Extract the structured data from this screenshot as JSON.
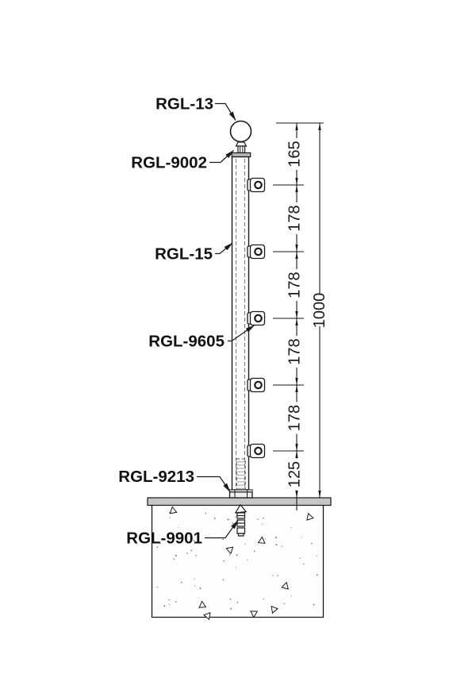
{
  "labels": {
    "rgl13": "RGL-13",
    "rgl9002": "RGL-9002",
    "rgl15": "RGL-15",
    "rgl9605": "RGL-9605",
    "rgl9213": "RGL-9213",
    "rgl9901": "RGL-9901"
  },
  "dimensions": {
    "seg165": "165",
    "seg178a": "178",
    "seg178b": "178",
    "seg178c": "178",
    "seg178d": "178",
    "seg125": "125",
    "overall": "1000"
  },
  "colors": {
    "line": "#1a1a1a",
    "plate_fill": "#c6c6c6",
    "cap_fill": "#b5b5b5",
    "background": "#ffffff"
  }
}
